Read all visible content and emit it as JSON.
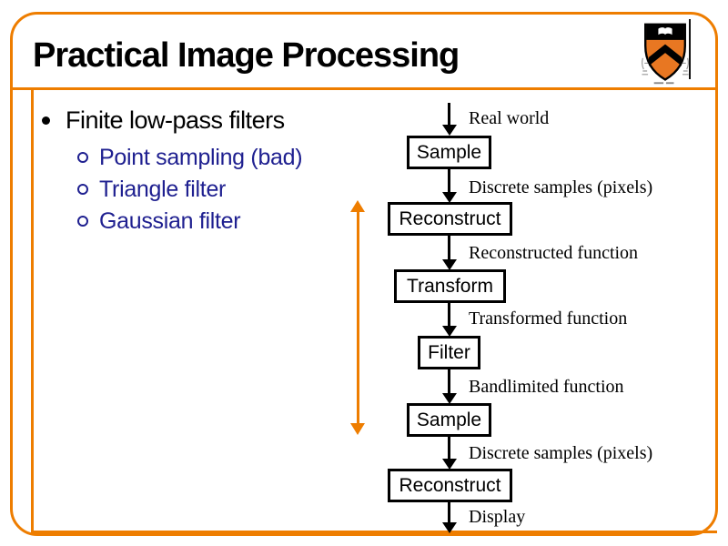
{
  "slide_title": "Practical Image Processing",
  "bullets": {
    "item": "Finite low-pass filters",
    "sub_items": [
      "Point sampling (bad)",
      "Triangle filter",
      "Gaussian filter"
    ]
  },
  "flowchart": {
    "nodes": [
      "Sample",
      "Reconstruct",
      "Transform",
      "Filter",
      "Sample",
      "Reconstruct"
    ],
    "edge_labels": [
      "Real world",
      "Discrete samples (pixels)",
      "Reconstructed function",
      "Transformed function",
      "Bandlimited function",
      "Discrete samples (pixels)",
      "Display"
    ]
  },
  "icons": {
    "logo": "princeton-shield-icon",
    "emphasis_arrow": "orange-double-arrow-icon"
  },
  "colors": {
    "accent_orange": "#EE7D00",
    "sub_bullet_navy": "#1F2090",
    "crest_orange": "#E87722",
    "text_black": "#000000"
  }
}
